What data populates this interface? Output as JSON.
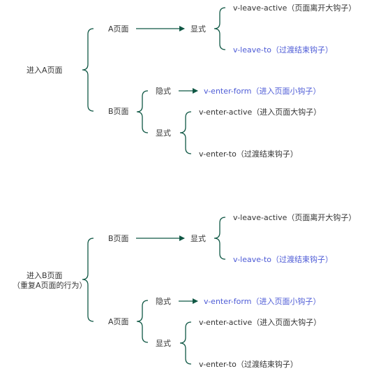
{
  "colors": {
    "line": "#0f5744",
    "text": "#333333",
    "highlight": "#4d5bd6"
  },
  "block1": {
    "root": "进入A页面",
    "page_a": "A页面",
    "page_b": "B页面",
    "a_shown": "显式",
    "a_leave_active": "v-leave-active（页面离开大钩子）",
    "a_leave_to": "v-leave-to（过渡结束钩子）",
    "b_hidden": "隐式",
    "b_enter_form": "v-enter-form（进入页面小钩子）",
    "b_shown": "显式",
    "b_enter_active": "v-enter-active（进入页面大钩子）",
    "b_enter_to": "v-enter-to（过渡结束钩子）"
  },
  "block2": {
    "root_line1": "进入B页面",
    "root_line2": "（重复A页面的行为）",
    "page_b": "B页面",
    "page_a": "A页面",
    "b_shown": "显式",
    "b_leave_active": "v-leave-active（页面离开大钩子）",
    "b_leave_to": "v-leave-to（过渡结束钩子）",
    "a_hidden": "隐式",
    "a_enter_form": "v-enter-form（进入页面小钩子）",
    "a_shown": "显式",
    "a_enter_active": "v-enter-active（进入页面大钩子）",
    "a_enter_to": "v-enter-to（过渡结束钩子）"
  }
}
